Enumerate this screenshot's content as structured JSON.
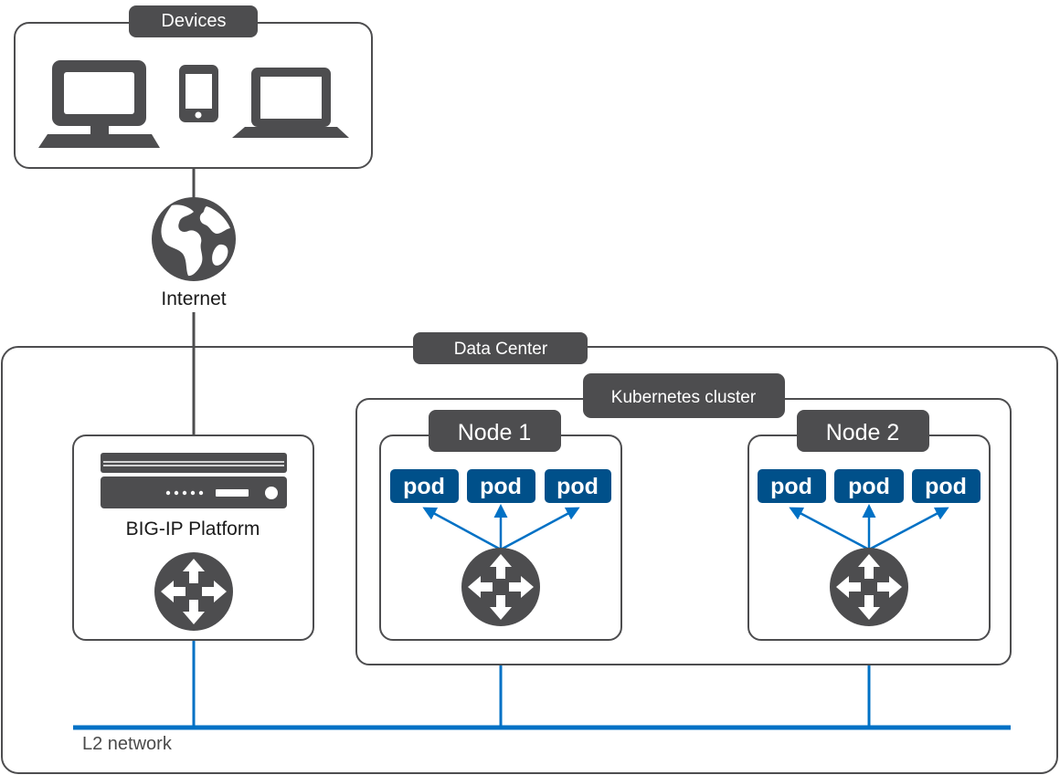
{
  "devices": {
    "label": "Devices",
    "icons": [
      "desktop-monitor-icon",
      "smartphone-icon",
      "laptop-icon"
    ]
  },
  "internet": {
    "label": "Internet",
    "icon": "globe-icon"
  },
  "datacenter": {
    "label": "Data Center"
  },
  "bigip": {
    "label": "BIG-IP Platform",
    "icons": [
      "appliance-icon",
      "router-icon"
    ]
  },
  "cluster": {
    "label": "Kubernetes cluster"
  },
  "nodes": [
    {
      "label": "Node 1",
      "pods": [
        "pod",
        "pod",
        "pod"
      ]
    },
    {
      "label": "Node 2",
      "pods": [
        "pod",
        "pod",
        "pod"
      ]
    }
  ],
  "network": {
    "label": "L2 network"
  },
  "colors": {
    "box_stroke": "#4d4d4f",
    "tab_fill": "#4d4d4f",
    "pod_fill": "#00508a",
    "link_blue": "#0071c5",
    "icon_gray": "#4d4d4f"
  }
}
